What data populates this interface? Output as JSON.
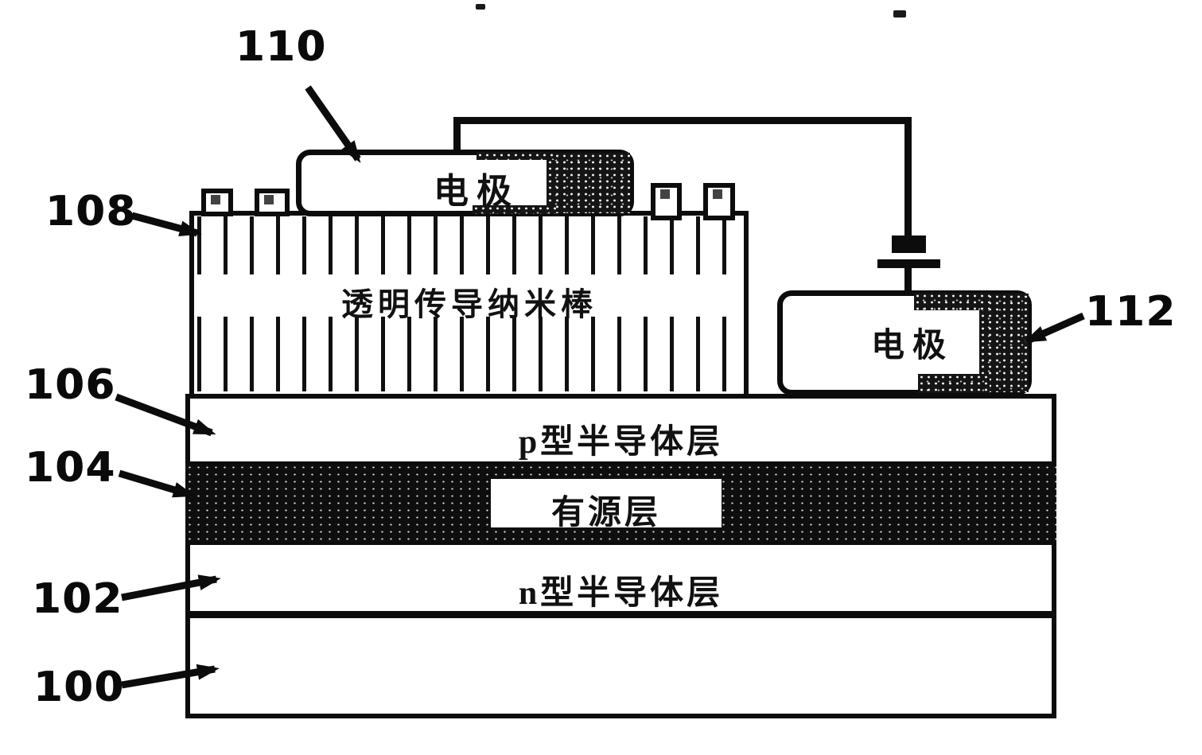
{
  "figure": {
    "kind": "semiconductor-device-cross-section",
    "reference_labels": {
      "r100": "100",
      "r102": "102",
      "r104": "104",
      "r106": "106",
      "r108": "108",
      "r110": "110",
      "r112": "112"
    },
    "component_labels": {
      "top_electrode": "电极",
      "right_electrode": "电极",
      "nanorod_region": "透明传导纳米棒",
      "p_layer": "p型半导体层",
      "active_layer": "有源层",
      "n_layer": "n型半导体层"
    },
    "colors": {
      "ink": "#0c0c0c",
      "background": "#ffffff"
    }
  }
}
